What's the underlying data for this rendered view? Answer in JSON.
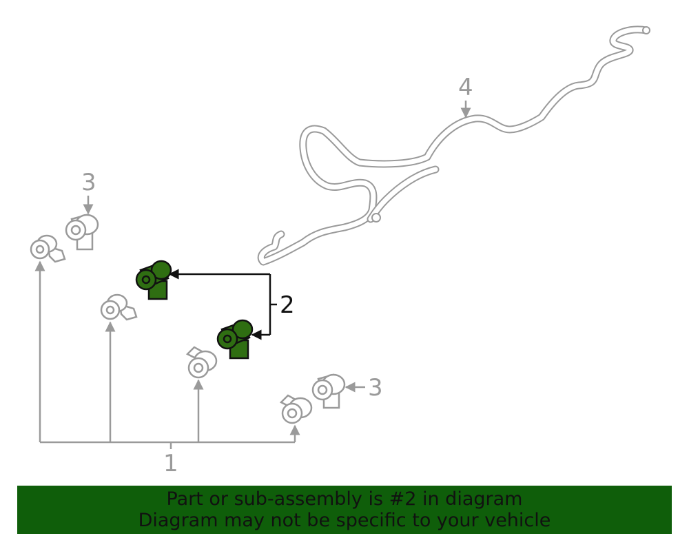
{
  "callouts": {
    "part_1": "1",
    "part_2": "2",
    "part_3_top": "3",
    "part_3_bottom": "3",
    "part_4": "4"
  },
  "banner": {
    "line1": "Part or sub-assembly is #2 in diagram",
    "line2": "Diagram may not be specific to your vehicle"
  },
  "colors": {
    "highlight_part": "#2f6e12",
    "banner_background": "#0f5e0a",
    "line_gray": "#9a9a9a",
    "leader_black": "#111111"
  }
}
